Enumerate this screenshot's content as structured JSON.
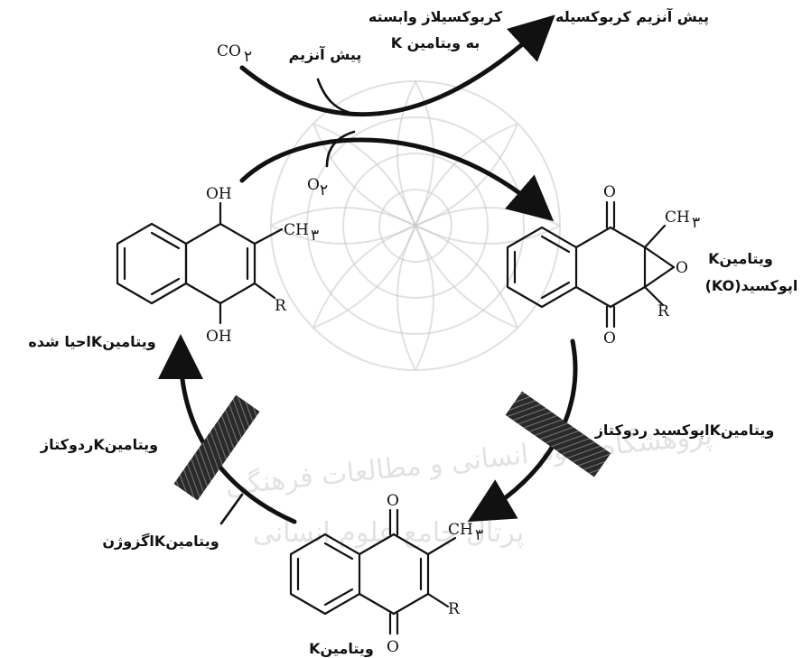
{
  "labels": {
    "precarboxylated": "پیش آنزیم کربوکسیله",
    "k_dependent_carboxylase_line1": "کربوکسیلاز وابسته",
    "k_dependent_carboxylase_line2": "به ویتامین K",
    "proenzyme": "پیش آنزیم",
    "co2": "CO",
    "co2_sub": "۲",
    "o2": "O",
    "o2_sub": "۲",
    "reduced_vitamin_k": "ویتامینKاحیا شده",
    "epoxide_line1": "ویتامینK",
    "epoxide_line2": "اپوکسید(KO)",
    "epoxide_reductase": "ویتامینKاپوکسید ردوکتاز",
    "vitamin_k_reductase": "ویتامینKردوکتاز",
    "vitamin_k_exogenous": "ویتامینKاگزوژن",
    "vitamin_k": "ویتامینK",
    "oh_top": "OH",
    "oh_bottom": "OH",
    "ch3": "CH",
    "ch3_sub": "۳",
    "r": "R",
    "o": "O"
  },
  "watermark": {
    "line1": "پرتال جامع علوم انسانی",
    "line2": "پژوهشگاه علوم انسانی و مطالعات فرهنگی"
  }
}
